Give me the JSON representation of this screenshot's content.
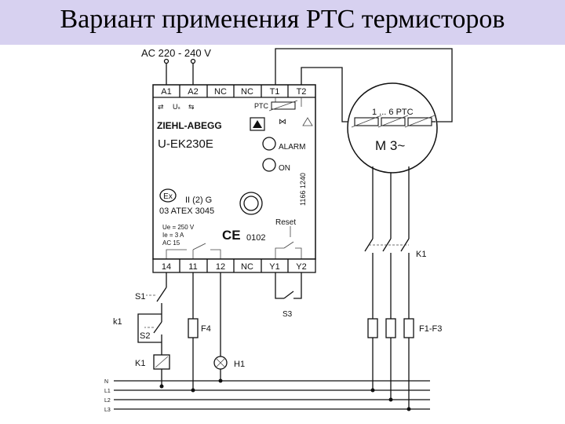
{
  "title": "Вариант применения PTC термисторов",
  "supply": {
    "label": "AC 220 - 240 V"
  },
  "relay": {
    "terminals_top": [
      "A1",
      "A2",
      "NC",
      "NC",
      "T1",
      "T2"
    ],
    "terminals_bottom": [
      "14",
      "11",
      "12",
      "NC",
      "Y1",
      "Y2"
    ],
    "us_label": "Uₛ",
    "ptc_label": "PTC",
    "brand": "ZIEHL-ABEGG",
    "model": "U-EK230E",
    "alarm_label": "ALARM",
    "on_label": "ON",
    "code": "1166 1240",
    "atex_mark": "Ex",
    "atex_group": "II (2) G",
    "atex_cert": "03 ATEX 3045",
    "reset_label": "Reset",
    "ue": "Ue = 250 V",
    "ie": "Ie = 3 A",
    "ac": "AC 15",
    "ce_mark": "CE",
    "ce_number": "0102"
  },
  "motor": {
    "ptc_label": "1 ... 6 PTC",
    "label": "M 3~"
  },
  "components": {
    "s1": "S1",
    "k1_contact": "k1",
    "s2": "S2",
    "k1_coil": "K1",
    "f4": "F4",
    "h1": "H1",
    "s3": "S3",
    "k1_main": "K1",
    "fuses": "F1-F3"
  },
  "bus": [
    "N",
    "L1",
    "L2",
    "L3"
  ]
}
